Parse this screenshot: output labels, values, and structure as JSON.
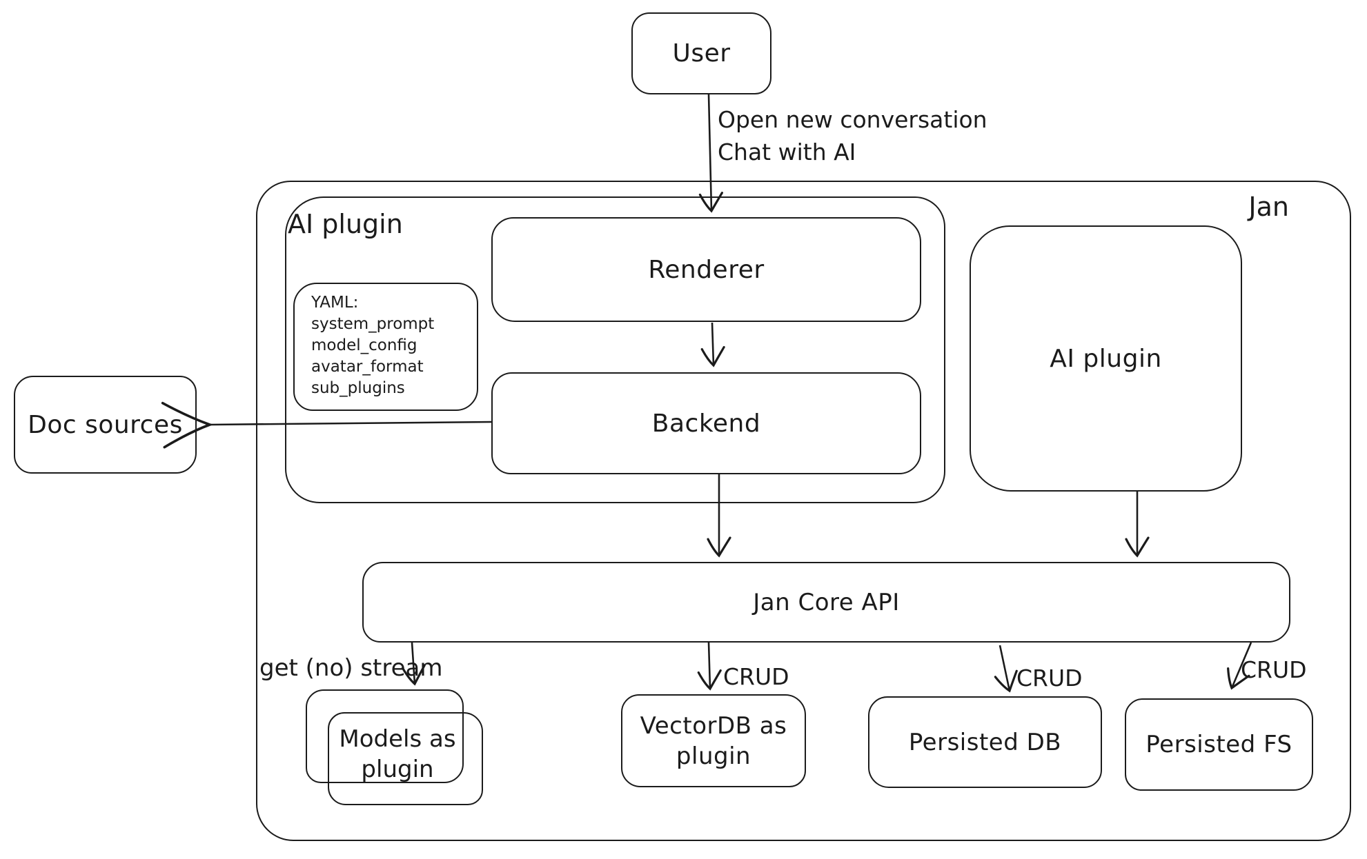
{
  "colors": {
    "stroke": "#1b1b1b",
    "background": "#ffffff"
  },
  "diagram": {
    "container_label": "Jan",
    "nodes": {
      "user": "User",
      "ai_plugin_group": "AI plugin",
      "renderer": "Renderer",
      "backend": "Backend",
      "doc_sources": "Doc sources",
      "ai_plugin_right": "AI plugin",
      "jan_core_api": "Jan Core API",
      "models_as_plugin": "Models as plugin",
      "vectordb_as_plugin": "VectorDB as plugin",
      "persisted_db": "Persisted DB",
      "persisted_fs": "Persisted FS"
    },
    "yaml_note": {
      "lines": [
        "YAML:",
        "system_prompt",
        "model_config",
        "avatar_format",
        "sub_plugins"
      ]
    },
    "edge_labels": {
      "user_to_renderer_line1": "Open new conversation",
      "user_to_renderer_line2": "Chat with AI",
      "stream": "get (no) stream",
      "crud_vectordb": "CRUD",
      "crud_persisted_db": "CRUD",
      "crud_persisted_fs": "CRUD"
    }
  }
}
